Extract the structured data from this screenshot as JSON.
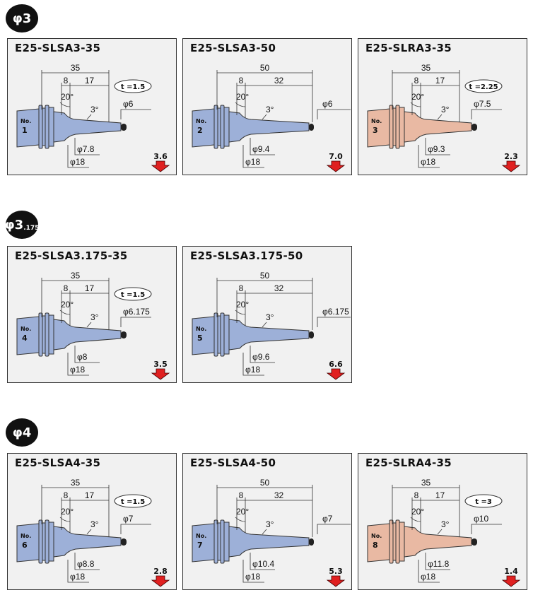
{
  "sections": [
    {
      "badge": "φ3",
      "badge_sub": "",
      "cards": [
        {
          "title": "E25-SLSA3-35",
          "color": "#9db0d8",
          "length": "35",
          "d8": "8",
          "d17": "17",
          "angle": "20°",
          "taper": "3°",
          "t_label": "t =1.5",
          "tip_dia": "φ6",
          "neck_dia": "φ7.8",
          "body_dia": "φ18",
          "no_label": "No.",
          "no_num": "1",
          "weight": "3.6"
        },
        {
          "title": "E25-SLSA3-50",
          "color": "#9db0d8",
          "length": "50",
          "d8": "8",
          "d17": "32",
          "angle": "20°",
          "taper": "3°",
          "t_label": "",
          "tip_dia": "φ6",
          "neck_dia": "φ9.4",
          "body_dia": "φ18",
          "no_label": "No.",
          "no_num": "2",
          "weight": "7.0"
        },
        {
          "title": "E25-SLRA3-35",
          "color": "#e9b9a3",
          "length": "35",
          "d8": "8",
          "d17": "17",
          "angle": "20°",
          "taper": "3°",
          "t_label": "t =2.25",
          "tip_dia": "φ7.5",
          "neck_dia": "φ9.3",
          "body_dia": "φ18",
          "no_label": "No.",
          "no_num": "3",
          "weight": "2.3"
        }
      ]
    },
    {
      "badge": "φ3",
      "badge_sub": ".175",
      "cards": [
        {
          "title": "E25-SLSA3.175-35",
          "color": "#9db0d8",
          "length": "35",
          "d8": "8",
          "d17": "17",
          "angle": "20°",
          "taper": "3°",
          "t_label": "t =1.5",
          "tip_dia": "φ6.175",
          "neck_dia": "φ8",
          "body_dia": "φ18",
          "no_label": "No.",
          "no_num": "4",
          "weight": "3.5"
        },
        {
          "title": "E25-SLSA3.175-50",
          "color": "#9db0d8",
          "length": "50",
          "d8": "8",
          "d17": "32",
          "angle": "20°",
          "taper": "3°",
          "t_label": "",
          "tip_dia": "φ6.175",
          "neck_dia": "φ9.6",
          "body_dia": "φ18",
          "no_label": "No.",
          "no_num": "5",
          "weight": "6.6"
        }
      ]
    },
    {
      "badge": "φ4",
      "badge_sub": "",
      "cards": [
        {
          "title": "E25-SLSA4-35",
          "color": "#9db0d8",
          "length": "35",
          "d8": "8",
          "d17": "17",
          "angle": "20°",
          "taper": "3°",
          "t_label": "t =1.5",
          "tip_dia": "φ7",
          "neck_dia": "φ8.8",
          "body_dia": "φ18",
          "no_label": "No.",
          "no_num": "6",
          "weight": "2.8"
        },
        {
          "title": "E25-SLSA4-50",
          "color": "#9db0d8",
          "length": "50",
          "d8": "8",
          "d17": "32",
          "angle": "20°",
          "taper": "3°",
          "t_label": "",
          "tip_dia": "φ7",
          "neck_dia": "φ10.4",
          "body_dia": "φ18",
          "no_label": "No.",
          "no_num": "7",
          "weight": "5.3"
        },
        {
          "title": "E25-SLRA4-35",
          "color": "#e9b9a3",
          "length": "35",
          "d8": "8",
          "d17": "17",
          "angle": "20°",
          "taper": "3°",
          "t_label": "t =3",
          "tip_dia": "φ10",
          "neck_dia": "φ11.8",
          "body_dia": "φ18",
          "no_label": "No.",
          "no_num": "8",
          "weight": "1.4"
        }
      ]
    }
  ]
}
